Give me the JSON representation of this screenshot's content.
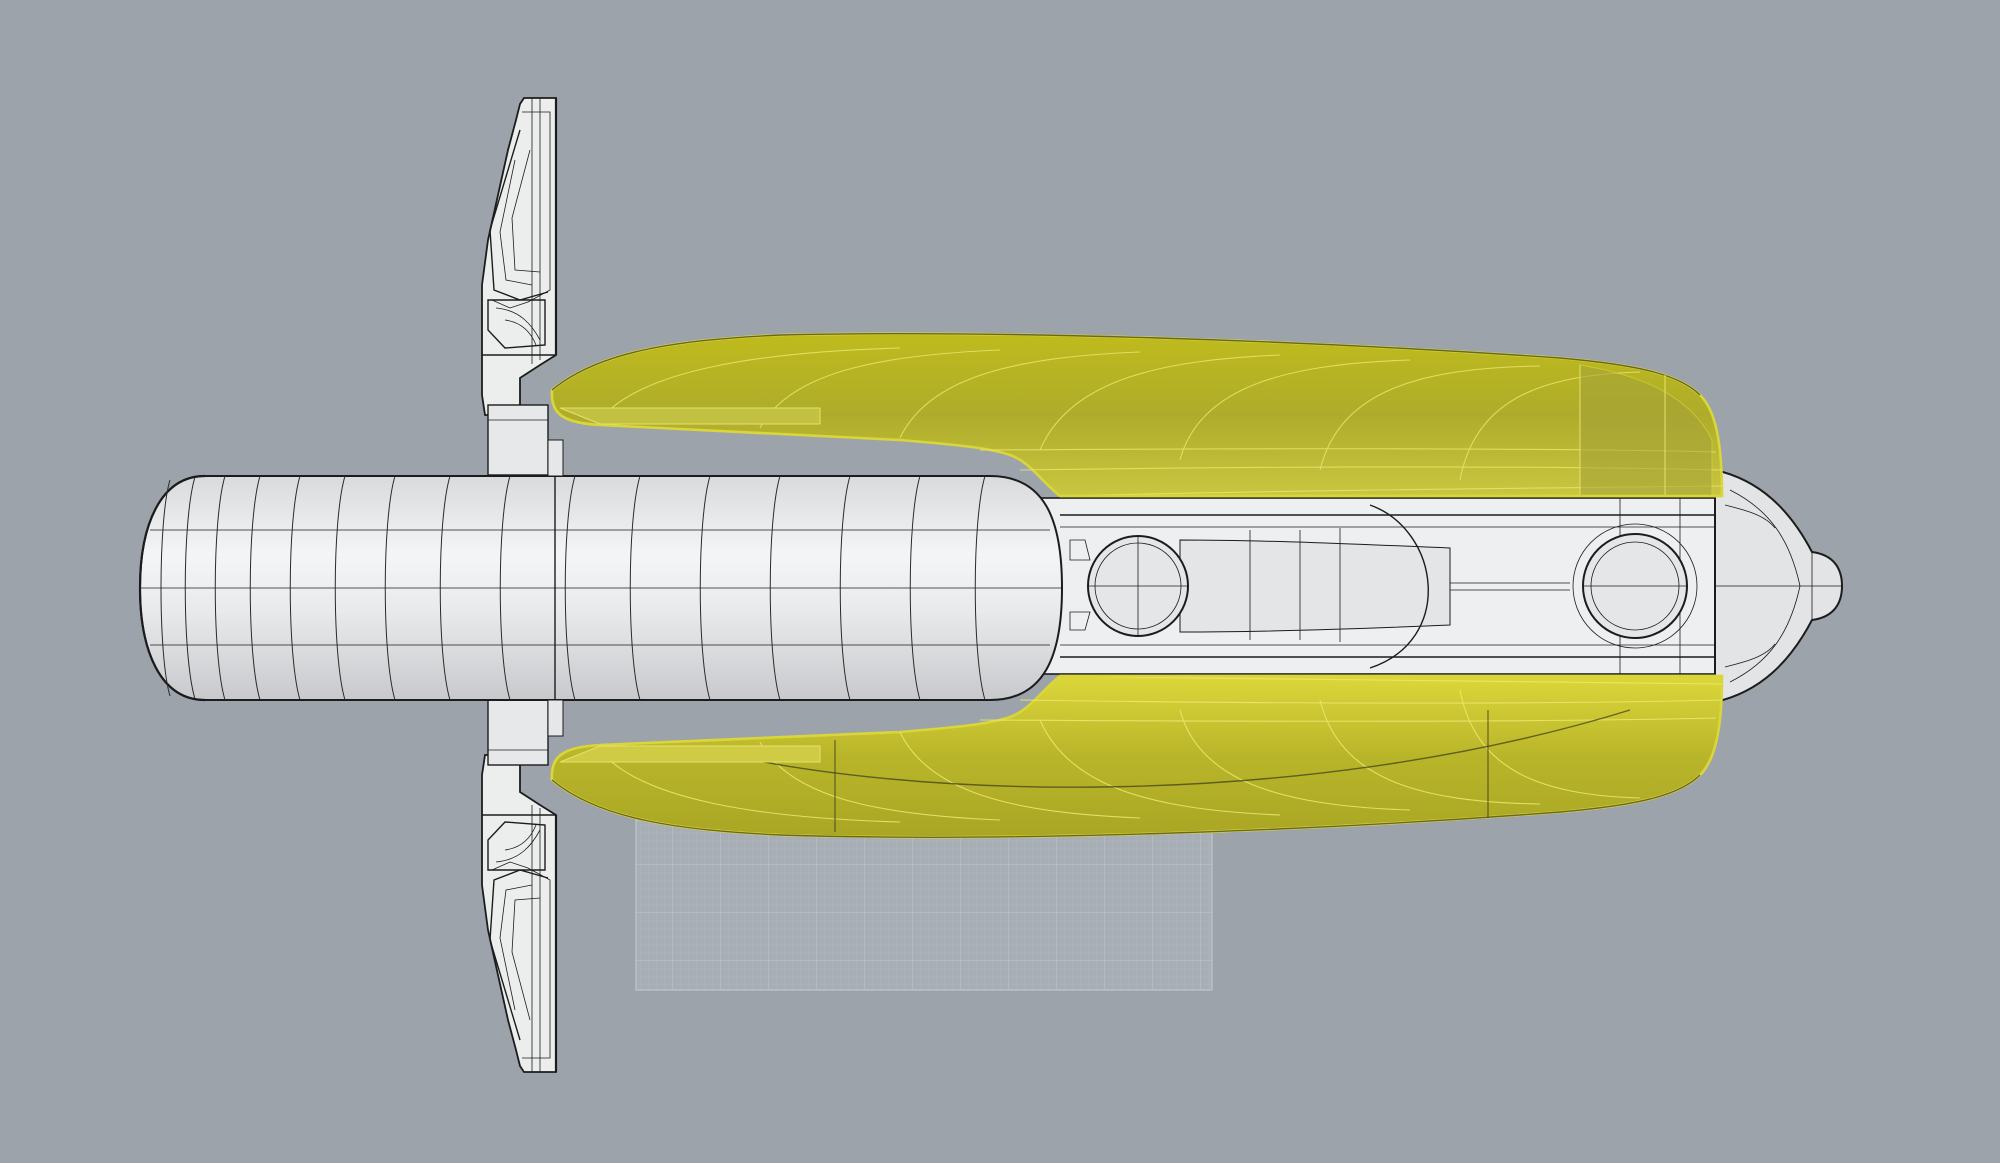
{
  "viewport": {
    "view": "Top",
    "display_mode": "rendered-wireframe",
    "background_color": "#9da3aa",
    "selection_color": "#d8d51a",
    "shaded_color": "#e6e7e9",
    "construction_grid_color": "#b0b6be",
    "wire_color": "#1c1c1c"
  },
  "scene": {
    "objects": [
      "mounting-plate-top",
      "mounting-plate-bottom",
      "center-cylinder-body",
      "inner-frame",
      "port-ring-left",
      "port-ring-right",
      "nose-cone",
      "shell-top-selected",
      "shell-bottom-selected",
      "reference-grid"
    ],
    "selected_objects": [
      "shell-top-selected",
      "shell-bottom-selected"
    ]
  }
}
